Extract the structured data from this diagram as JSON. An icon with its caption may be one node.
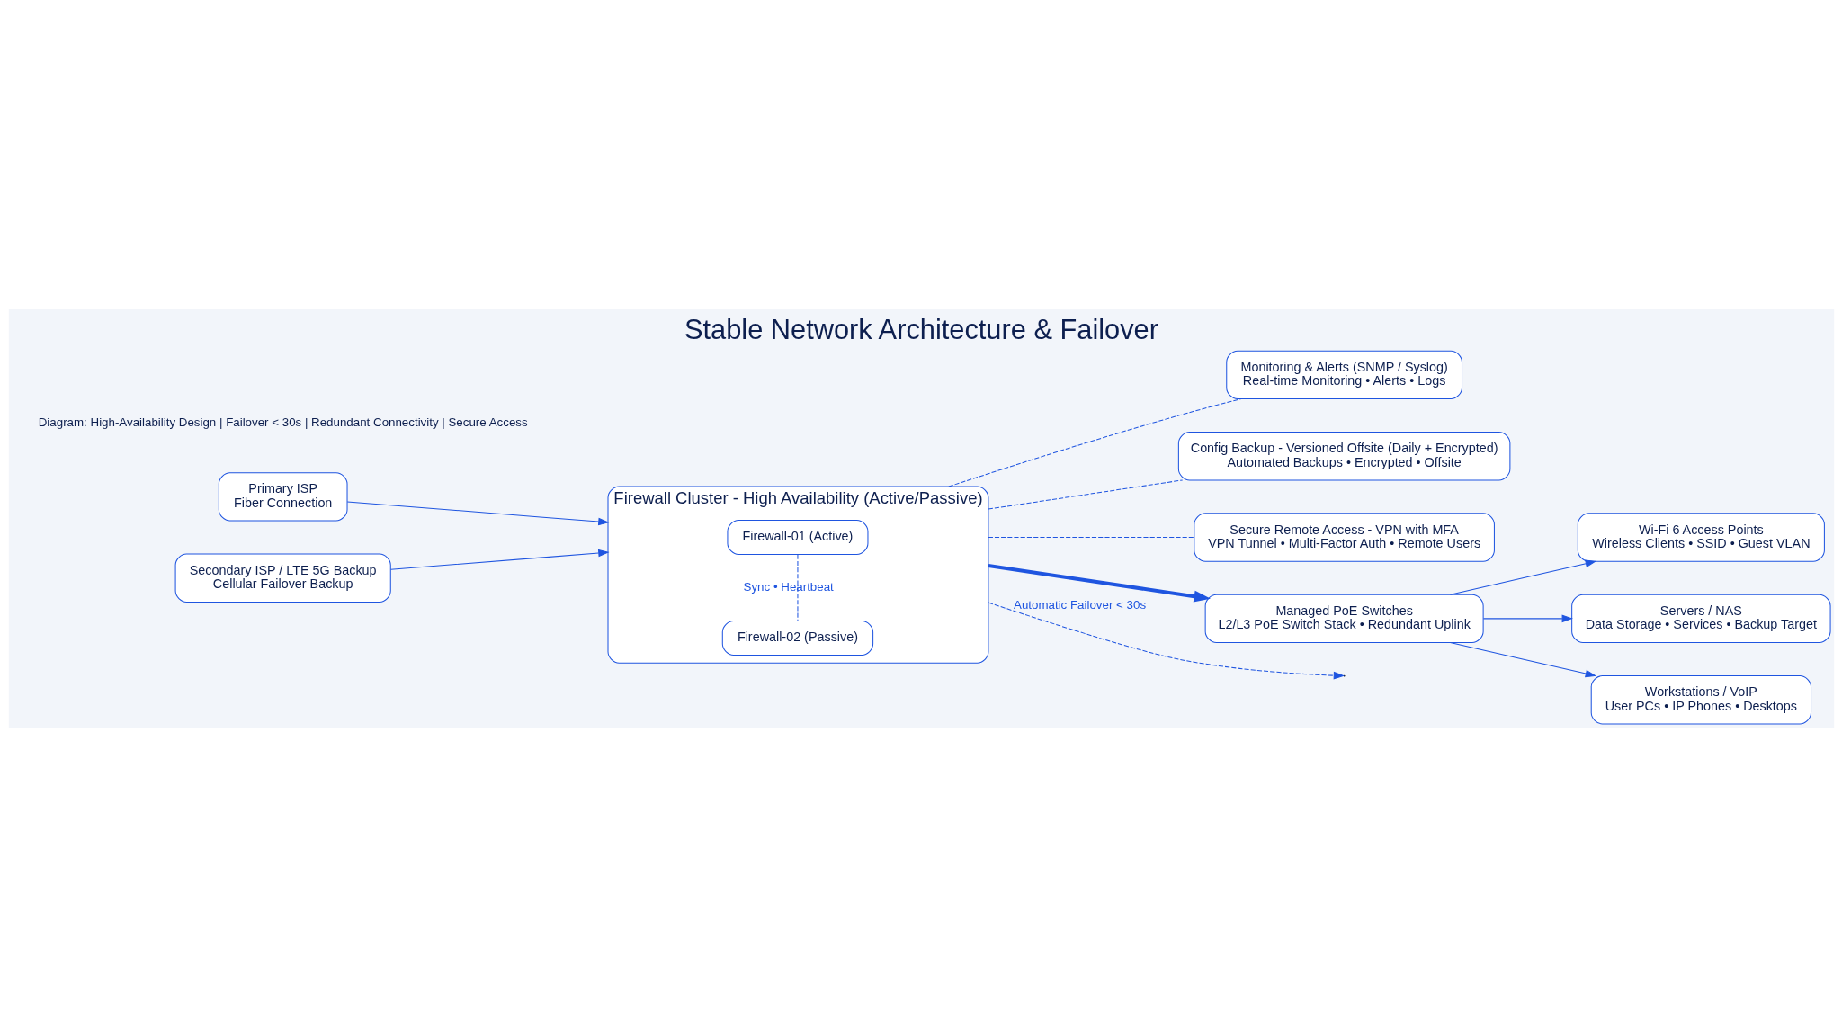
{
  "diagram": {
    "title": "Stable Network Architecture & Failover",
    "caption": "Diagram: High-Availability Design | Failover < 30s | Redundant Connectivity | Secure Access",
    "nodes": [
      {
        "text": [
          "Primary ISP",
          "Fiber Connection"
        ]
      },
      {
        "text": [
          "Secondary ISP / LTE 5G Backup",
          "Cellular Failover Backup"
        ]
      },
      {
        "text": [
          "Firewall Cluster - High Availability (Active/Passive)"
        ]
      },
      {
        "text": [
          "Firewall-01 (Active)"
        ],
        "in": 2
      },
      {
        "text": [
          "Firewall-02 (Passive)"
        ],
        "in": 2
      },
      {
        "text": [
          "Monitoring & Alerts (SNMP / Syslog)",
          "Real-time Monitoring • Alerts • Logs"
        ]
      },
      {
        "text": [
          "Config Backup - Versioned Offsite (Daily + Encrypted)",
          "Automated Backups • Encrypted • Offsite"
        ]
      },
      {
        "text": [
          "Secure Remote Access - VPN with MFA",
          "VPN Tunnel • Multi-Factor Auth • Remote Users"
        ]
      },
      {
        "text": [
          "Managed PoE Switches",
          "L2/L3 PoE Switch Stack • Redundant Uplink"
        ]
      },
      {
        "text": [
          "Wi-Fi 6 Access Points",
          "Wireless Clients • SSID • Guest VLAN"
        ]
      },
      {
        "text": [
          "Servers / NAS",
          "Data Storage • Services • Backup Target"
        ]
      },
      {
        "text": [
          "Workstations / VoIP",
          "User PCs • IP Phones • Desktops"
        ]
      }
    ],
    "edges": [
      {
        "from": 0,
        "to": 2,
        "arrow": "to"
      },
      {
        "from": 1,
        "to": 2,
        "arrow": "to"
      },
      {
        "from": 2,
        "to": null,
        "arrow": "to",
        "style": "dashed",
        "label": "Automatic Failover < 30s"
      },
      {
        "from": 3,
        "to": 4,
        "arrow": "none",
        "style": "dashed",
        "label": "Sync • Heartbeat"
      },
      {
        "from": 2,
        "to": 5,
        "arrow": "none",
        "style": "dashed"
      },
      {
        "from": 2,
        "to": 6,
        "arrow": "none",
        "style": "dashed"
      },
      {
        "from": 2,
        "to": 7,
        "arrow": "none",
        "style": "dashed"
      },
      {
        "from": 2,
        "to": 8,
        "arrow": "to",
        "style": "thick"
      },
      {
        "from": 8,
        "to": 9,
        "arrow": "to"
      },
      {
        "from": 8,
        "to": 10,
        "arrow": "to"
      },
      {
        "from": 8,
        "to": 11,
        "arrow": "to"
      }
    ]
  }
}
